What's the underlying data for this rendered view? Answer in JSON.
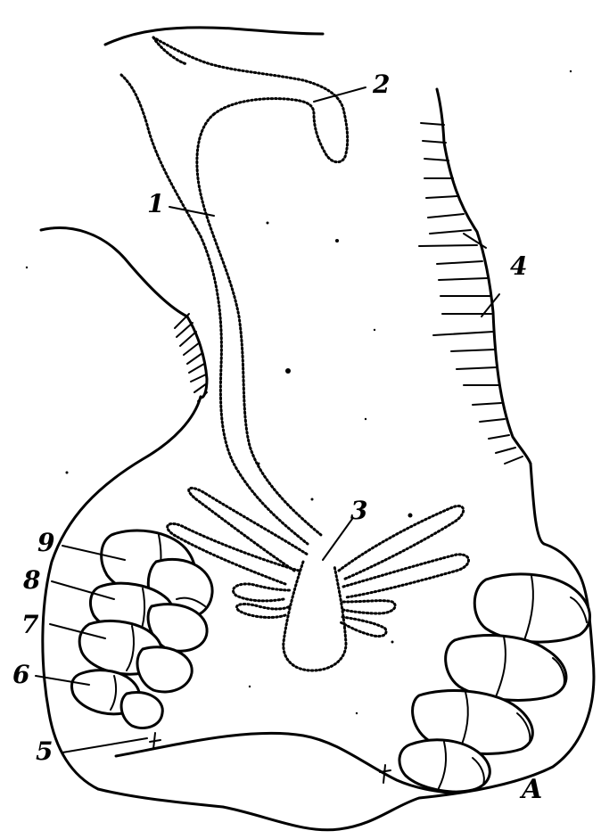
{
  "labels": {
    "l1": "1",
    "l2": "2",
    "l3": "3",
    "l4": "4",
    "l5": "5",
    "l6": "6",
    "l7": "7",
    "l8": "8",
    "l9": "9",
    "panel": "A"
  }
}
